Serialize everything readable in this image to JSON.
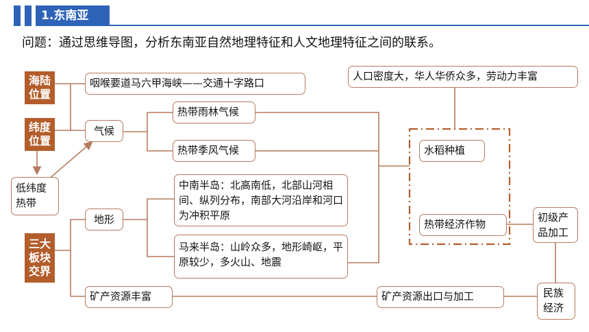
{
  "header": {
    "title": "1.东南亚"
  },
  "question": "问题：通过思维导图，分析东南亚自然地理特征和人文地理特征之间的联系。",
  "diagram": {
    "haelu": "海陆位置",
    "weidu": "纬度位置",
    "sanda": "三大板块交界",
    "strait": "咽喉要道马六甲海峡——交通十字路口",
    "qihou": "气候",
    "diweidu": "低纬度热带",
    "rainforest": "热带雨林气候",
    "monsoon": "热带季风气候",
    "dixing": "地形",
    "zhongnan": "中南半岛：北高南低，北部山河相间、纵列分布，南部大河沿岸和河口为冲积平原",
    "malai": "马来半岛：山岭众多，地形崎岖，平原较少，多火山、地震",
    "kuangchan": "矿产资源丰富",
    "renkou": "人口密度大，华人华侨众多，劳动力丰富",
    "shuidao": "水稻种植",
    "jingji": "热带经济作物",
    "chuji": "初级产品加工",
    "kuangchan_export": "矿产资源出口与加工",
    "minzu": "民族经济"
  }
}
